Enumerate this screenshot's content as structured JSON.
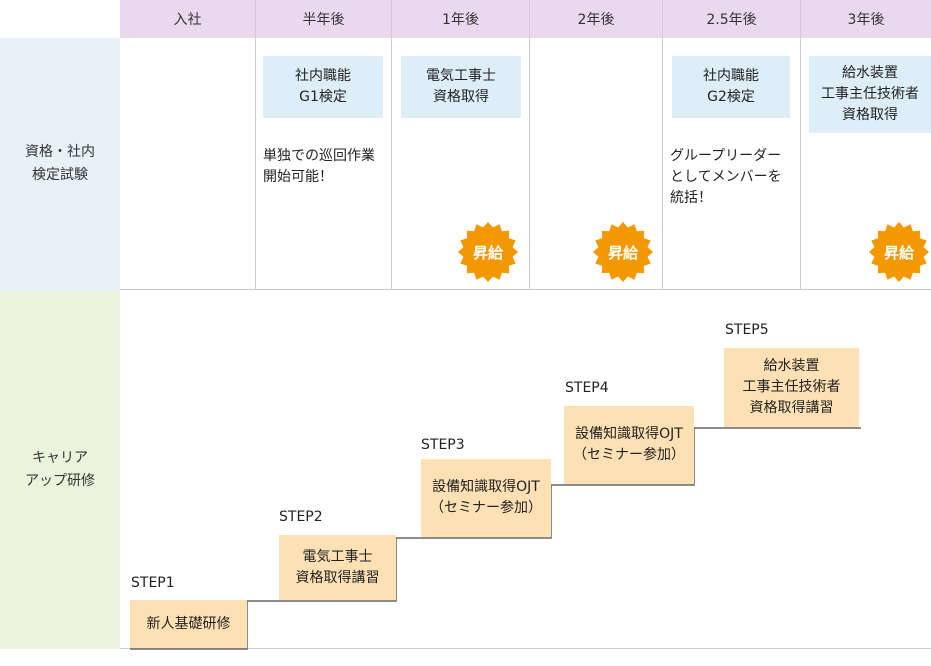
{
  "header": {
    "columns": [
      "入社",
      "半年後",
      "1年後",
      "2年後",
      "2.5年後",
      "3年後"
    ]
  },
  "rows": {
    "qualifications": "資格・社内\n検定試験",
    "career": "キャリア\nアップ研修"
  },
  "qualifications": {
    "half_year_box": "社内職能\nG1検定",
    "half_year_note": "単独での巡回作業\n開始可能！",
    "one_year_box": "電気工事士\n資格取得",
    "two_half_box": "社内職能\nG2検定",
    "two_half_note": "グループリーダー\nとしてメンバーを\n統括！",
    "three_year_box": "給水装置\n工事主任技術者\n資格取得",
    "raise_label": "昇給"
  },
  "career": {
    "steps": [
      {
        "label": "STEP1",
        "text": "新人基礎研修"
      },
      {
        "label": "STEP2",
        "text": "電気工事士\n資格取得講習"
      },
      {
        "label": "STEP3",
        "text": "設備知識取得OJT\n（セミナー参加）"
      },
      {
        "label": "STEP4",
        "text": "設備知識取得OJT\n（セミナー参加）"
      },
      {
        "label": "STEP5",
        "text": "給水装置\n工事主任技術者\n資格取得講習"
      }
    ]
  },
  "colors": {
    "header_bg": "#ead8ef",
    "qual_label_bg": "#e6f1fa",
    "career_label_bg": "#eaf4dd",
    "qual_box_bg": "#deeef9",
    "step_box_bg": "#fde0b4",
    "raise_badge": "#f39800",
    "stair_line": "#666666"
  }
}
